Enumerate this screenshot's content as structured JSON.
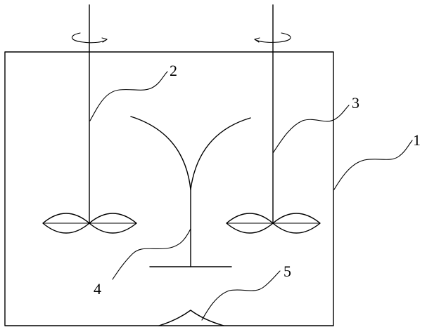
{
  "labels": {
    "tank": "1",
    "left_shaft": "2",
    "right_shaft": "3",
    "center_baffle": "4",
    "bottom_bump": "5"
  }
}
